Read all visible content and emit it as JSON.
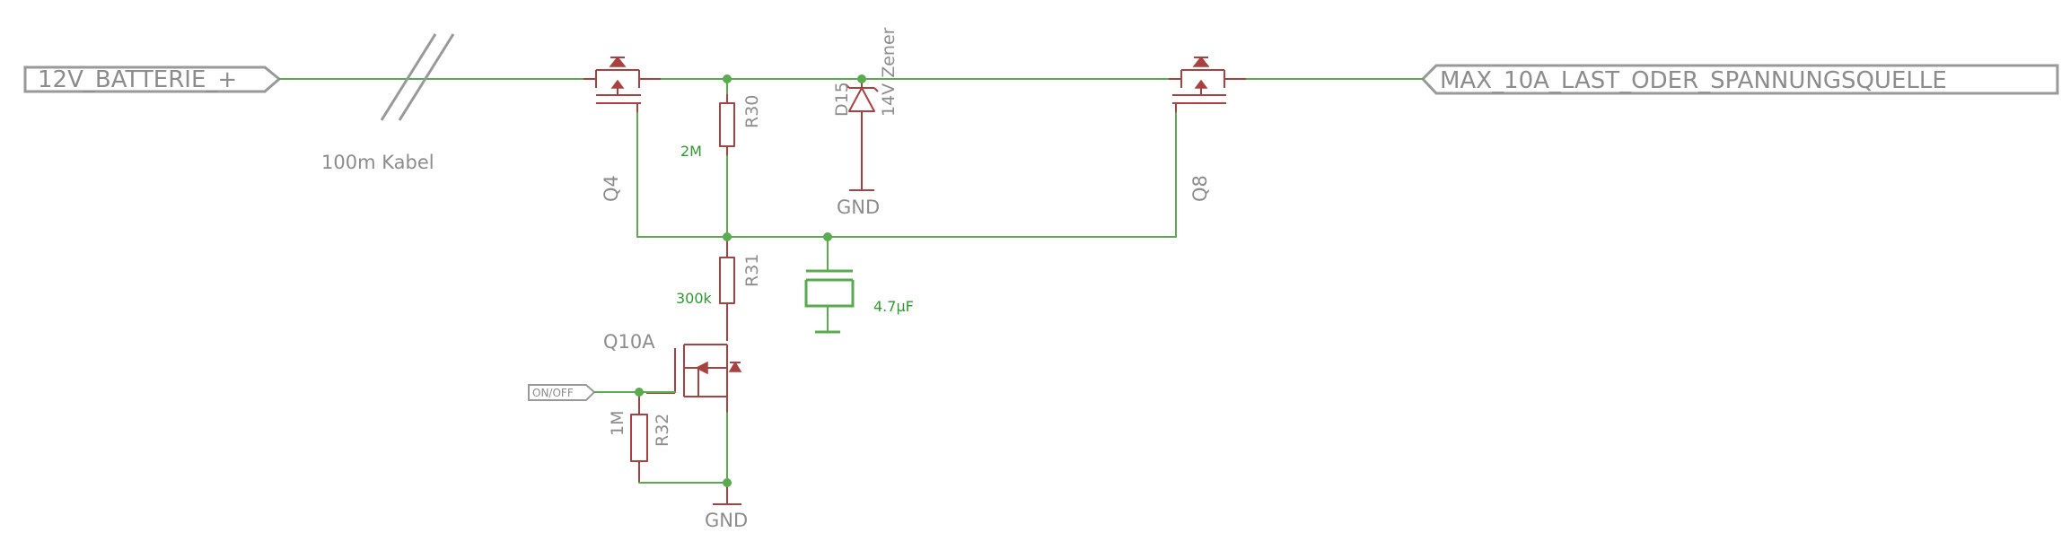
{
  "ports": {
    "battery": "12V_BATTERIE_+",
    "load": "MAX_10A_LAST_ODER_SPANNUNGSQUELLE",
    "on_off": "ON/OFF"
  },
  "cable_label": "100m Kabel",
  "parts": {
    "q4": {
      "name": "Q4"
    },
    "q8": {
      "name": "Q8"
    },
    "q10a": {
      "name": "Q10A"
    },
    "r30": {
      "name": "R30",
      "value": "2M"
    },
    "r31": {
      "name": "R31",
      "value": "300k"
    },
    "r32": {
      "name": "R32",
      "value": "1M"
    },
    "d15": {
      "name": "D15",
      "value": "14V Zener"
    },
    "c": {
      "value": "4.7µF"
    }
  },
  "gnd": {
    "zener": "GND",
    "bottom": "GND"
  },
  "colors": {
    "wire": "#5aab4f",
    "component": "#a8413f",
    "frame": "#999999",
    "value_text": "#2e9a2e"
  }
}
